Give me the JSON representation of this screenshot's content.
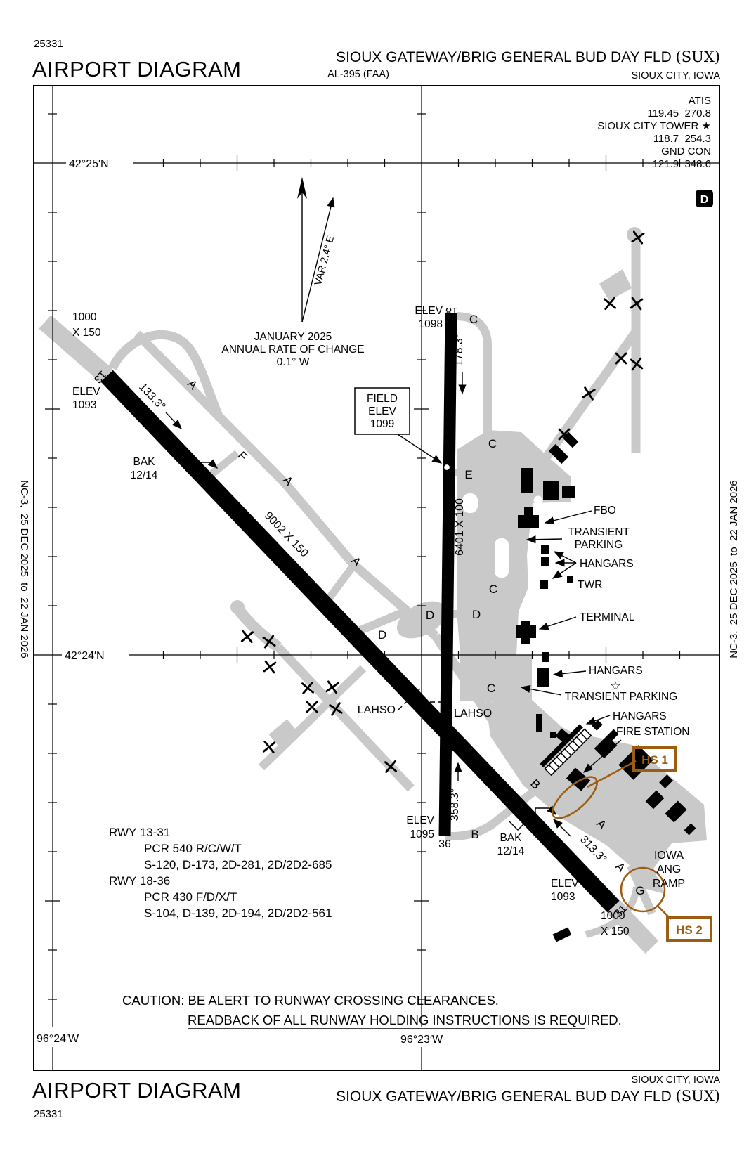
{
  "colors": {
    "pavement_gray": "#C9C9C9",
    "hotspot_brown": "#9C5C12",
    "runway_black": "#000000"
  },
  "header": {
    "chart_number": "25331",
    "doc_title": "AIRPORT DIAGRAM",
    "airport_name": "SIOUX GATEWAY/BRIG GENERAL BUD DAY FLD ",
    "airport_id": "(SUX)",
    "procedure_id": "AL-395 (FAA)",
    "city": "SIOUX CITY, IOWA"
  },
  "footer": {
    "doc_title": "AIRPORT DIAGRAM",
    "chart_number": "25331",
    "city": "SIOUX CITY, IOWA",
    "airport_name": "SIOUX GATEWAY/BRIG GENERAL BUD DAY FLD ",
    "airport_id": "(SUX)"
  },
  "margin_note": "NC-3,  25 DEC 2025  to  22 JAN 2026",
  "comm": {
    "atis_label": "ATIS",
    "atis_freqs": "119.45  270.8",
    "tower_label": "SIOUX CITY TOWER ★",
    "tower_freqs": "118.7  254.3",
    "gnd_label": "GND CON",
    "gnd_freqs": "121.9  348.6",
    "hold_symbol": "D"
  },
  "graticule": {
    "lat_top": "42°25′N",
    "lat_bottom": "42°24′N",
    "lon_left": "96°24′W",
    "lon_right": "96°23′W"
  },
  "variation": {
    "label": "VAR 2.4° E",
    "date": "JANUARY 2025",
    "rate_line1": "ANNUAL RATE OF CHANGE",
    "rate_line2": "0.1° W"
  },
  "field_elev": {
    "line1": "FIELD",
    "line2": "ELEV",
    "line3": "1099"
  },
  "rwy13": {
    "numeral": "13",
    "elev_label": "ELEV",
    "elev_value": "1093",
    "heading": "133.3°",
    "overrun_line1": "1000",
    "overrun_line2": "X 150",
    "bak_line1": "BAK",
    "bak_line2": "12/14",
    "dimensions": "9002 X 150"
  },
  "rwy31": {
    "numeral": "31",
    "elev_label": "ELEV",
    "elev_value": "1093",
    "heading": "313.3°",
    "overrun_line1": "1000",
    "overrun_line2": "X 150",
    "bak_line1": "BAK",
    "bak_line2": "12/14"
  },
  "rwy18": {
    "numeral": "18",
    "elev_label": "ELEV",
    "elev_value": "1098",
    "heading": "178.3°",
    "dimensions": "6401 X 100"
  },
  "rwy36": {
    "numeral": "36",
    "elev_label": "ELEV",
    "elev_value": "1095",
    "heading": "358.3°"
  },
  "taxiways": {
    "a": "A",
    "b": "B",
    "c": "C",
    "d": "D",
    "e": "E",
    "f": "F",
    "g": "G"
  },
  "features": {
    "fbo": "FBO",
    "transient_parking_line1": "TRANSIENT",
    "transient_parking_line2": "PARKING",
    "hangars": "HANGARS",
    "twr": "TWR",
    "terminal": "TERMINAL",
    "transient_parking2": "TRANSIENT PARKING",
    "fire_station": "FIRE STATION",
    "ang_ramp_line1": "IOWA",
    "ang_ramp_line2": "ANG",
    "ang_ramp_line3": "RAMP",
    "lahso": "LAHSO",
    "hot_spot_1": "HS 1",
    "hot_spot_2": "HS 2",
    "beacon": "☆"
  },
  "notes": {
    "caution_line1": "CAUTION: BE ALERT TO RUNWAY CROSSING CLEARANCES.",
    "caution_line2": "READBACK OF ALL RUNWAY HOLDING INSTRUCTIONS IS REQUIRED."
  },
  "runway_data": [
    "RWY 13-31",
    "PCR 540 R/C/W/T",
    "S-120, D-173, 2D-281, 2D/2D2-685",
    "RWY 18-36",
    "PCR 430 F/D/X/T",
    "S-104, D-139, 2D-194, 2D/2D2-561"
  ]
}
